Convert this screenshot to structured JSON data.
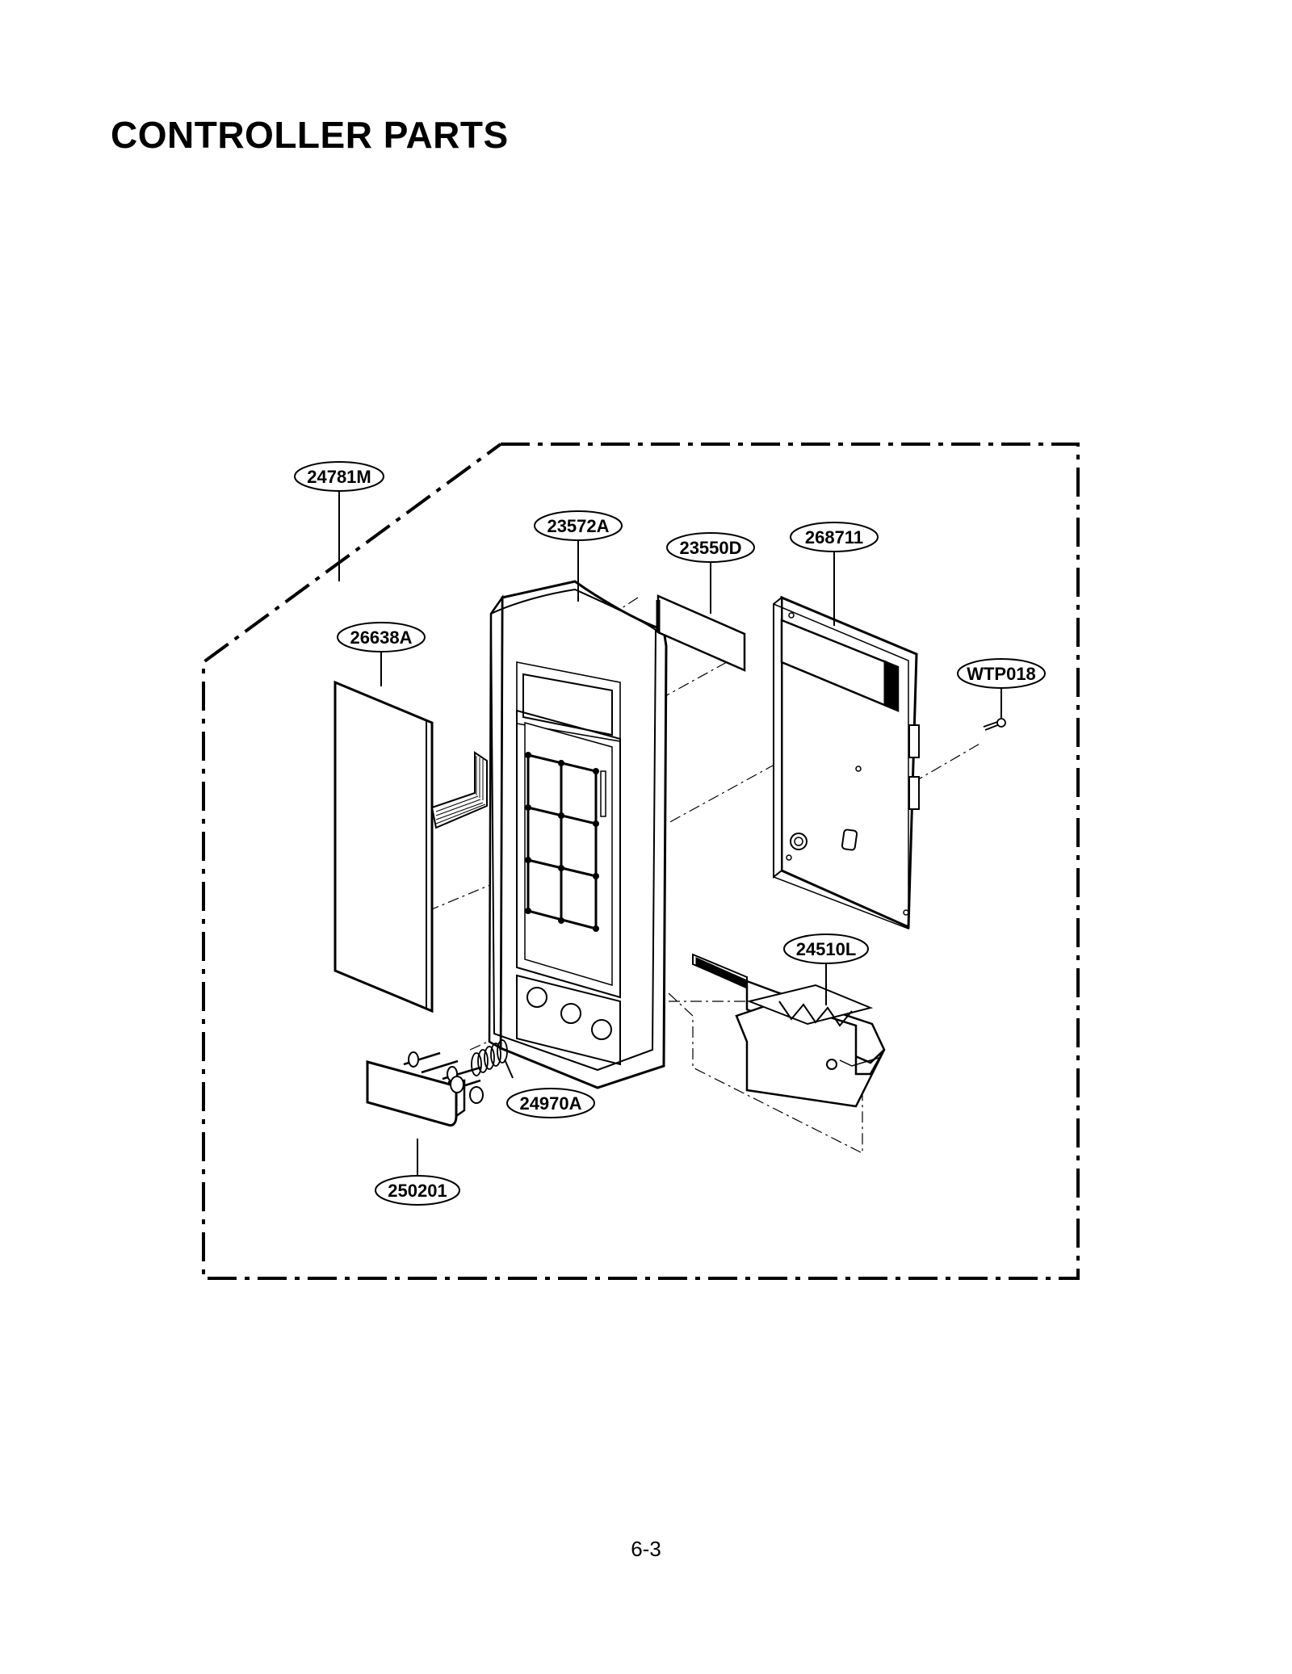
{
  "page": {
    "title": "CONTROLLER PARTS",
    "page_number": "6-3"
  },
  "diagram": {
    "callouts": {
      "assembly": "24781M",
      "control_panel": "23572A",
      "display_filter": "23550D",
      "pcb_assembly": "268711",
      "membrane_switch": "26638A",
      "screw": "WTP018",
      "door_release_lever": "24510L",
      "spring": "24970A",
      "door_open_button": "250201"
    }
  }
}
